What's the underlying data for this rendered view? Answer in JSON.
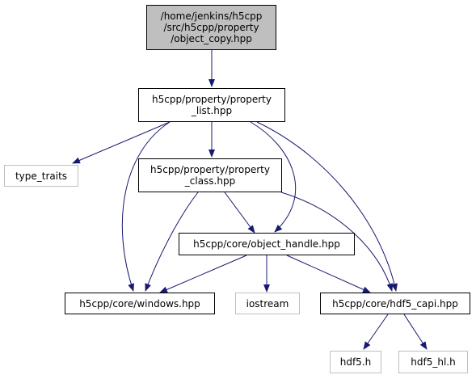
{
  "nodes": {
    "object_copy": {
      "label": "/home/jenkins/h5cpp\n/src/h5cpp/property\n/object_copy.hpp"
    },
    "property_list": {
      "label": "h5cpp/property/property\n_list.hpp"
    },
    "type_traits": {
      "label": "type_traits"
    },
    "property_class": {
      "label": "h5cpp/property/property\n_class.hpp"
    },
    "object_handle": {
      "label": "h5cpp/core/object_handle.hpp"
    },
    "windows": {
      "label": "h5cpp/core/windows.hpp"
    },
    "iostream": {
      "label": "iostream"
    },
    "hdf5_capi": {
      "label": "h5cpp/core/hdf5_capi.hpp"
    },
    "hdf5_h": {
      "label": "hdf5.h"
    },
    "hdf5_hl_h": {
      "label": "hdf5_hl.h"
    }
  },
  "colors": {
    "edge": "#191970",
    "root_fill": "#bfbfbf",
    "external_border": "#bfbfbf",
    "node_border": "#000000"
  }
}
